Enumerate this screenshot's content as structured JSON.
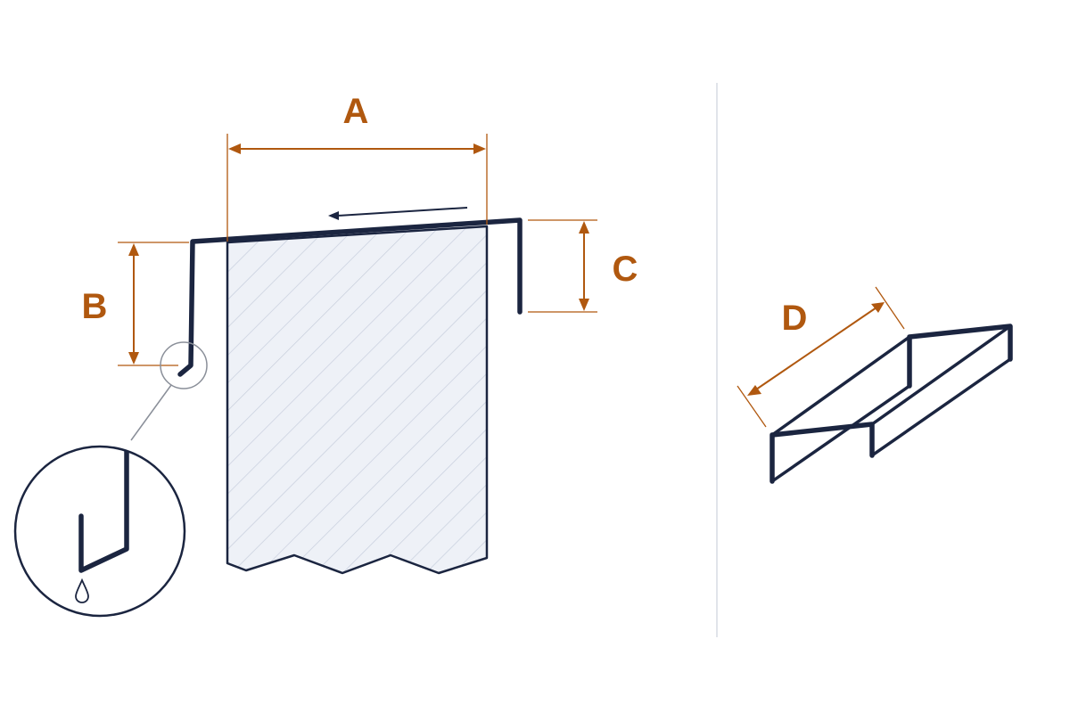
{
  "colors": {
    "outline": "#1b2540",
    "dimension": "#b0580f",
    "hatch_fill": "#eef1f7",
    "hatch_line": "#c7cedd",
    "divider": "#e1e4ea",
    "callout_line": "#8a8f99"
  },
  "labels": {
    "a": "A",
    "b": "B",
    "c": "C",
    "d": "D"
  },
  "icons": {
    "drip": "water-drop-icon",
    "direction": "arrow-left-icon"
  }
}
